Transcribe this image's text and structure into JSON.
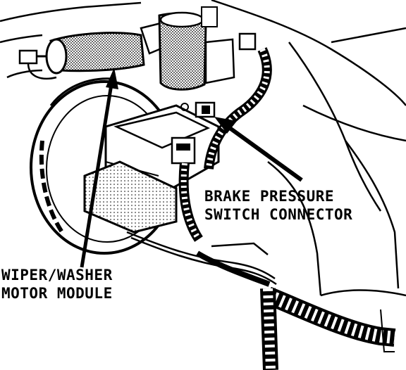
{
  "colors": {
    "ink": "#000000",
    "paper": "#ffffff",
    "shade": "#3a3a3a"
  },
  "callouts": {
    "brake_pressure_switch_connector": {
      "line1": "BRAKE PRESSURE",
      "line2": "SWITCH CONNECTOR"
    },
    "wiper_washer_motor_module": {
      "line1": "WIPER/WASHER",
      "line2": "MOTOR MODULE"
    }
  }
}
